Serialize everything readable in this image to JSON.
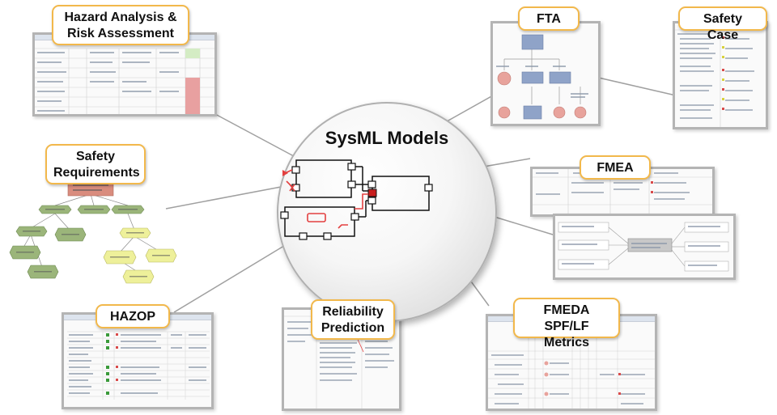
{
  "center": {
    "title": "SysML Models"
  },
  "labels": {
    "hara": "Hazard Analysis & Risk Assessment",
    "fta": "FTA",
    "safety_case": "Safety Case",
    "safety_requirements": "Safety Requirements",
    "fmea": "FMEA",
    "hazop": "HAZOP",
    "reliability": "Reliability Prediction",
    "fmeda_line1": "FMEDA",
    "fmeda_line2": "SPF/LF Metrics"
  },
  "colors": {
    "label_border": "#f2b84b",
    "connector": "#a0a0a0",
    "thumb_border": "#b4b4b4",
    "requirement_green": "#9bb57a",
    "requirement_red": "#d98c7e",
    "requirement_yellow": "#eef09a",
    "fta_blue": "#8fa3c8",
    "fta_red": "#e8a39c",
    "alert_red": "#e34040"
  }
}
